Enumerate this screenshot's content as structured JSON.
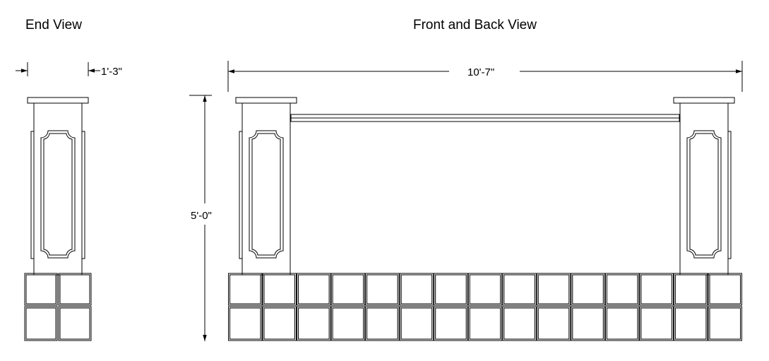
{
  "views": {
    "end_view_title": "End View",
    "front_view_title": "Front and Back View"
  },
  "dimensions": {
    "end_width": "1'-3\"",
    "front_length": "10'-7\"",
    "height": "5'-0\""
  }
}
